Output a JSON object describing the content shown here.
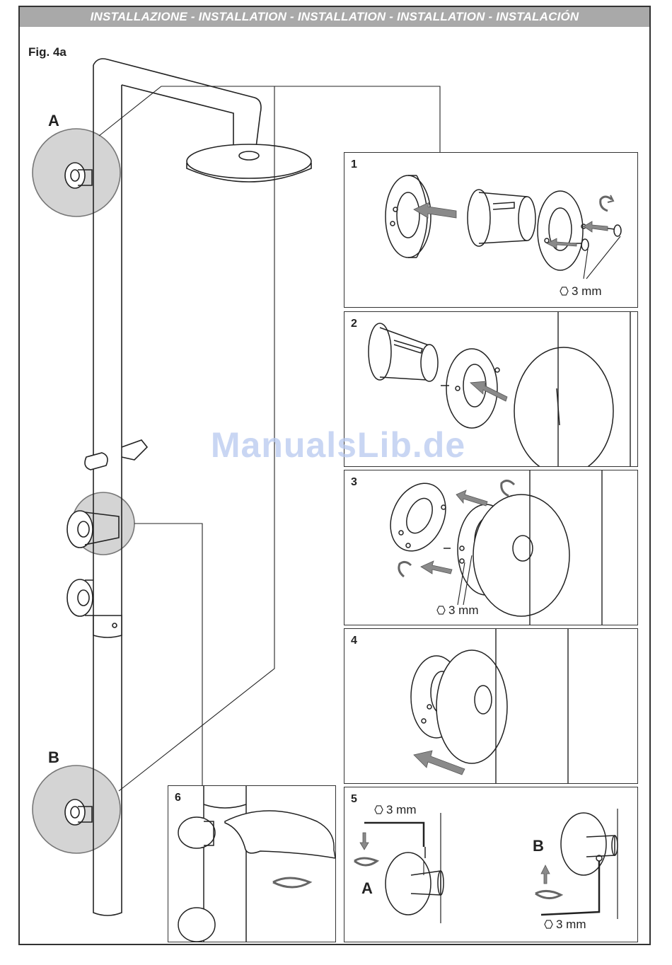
{
  "header": {
    "title": "INSTALLAZIONE - INSTALLATION - INSTALLATION - INSTALLATION - INSTALACIÓN"
  },
  "figure": {
    "label": "Fig. 4a"
  },
  "callouts": {
    "a": "A",
    "b": "B"
  },
  "steps": [
    {
      "number": "1",
      "note": "3 mm"
    },
    {
      "number": "2",
      "note": ""
    },
    {
      "number": "3",
      "note": "3 mm"
    },
    {
      "number": "4",
      "note": ""
    },
    {
      "number": "5",
      "note_top": "3 mm",
      "note_bottom": "3 mm",
      "label_a": "A",
      "label_b": "B"
    },
    {
      "number": "6",
      "note": ""
    }
  ],
  "watermark": "ManualsLib.de",
  "colors": {
    "header_bg": "#a9a9a9",
    "zoom_circle": "#d4d4d4",
    "arrow": "#8a8a8a"
  },
  "icons": [
    "hex-key-icon",
    "rotate-arrow-icon"
  ]
}
